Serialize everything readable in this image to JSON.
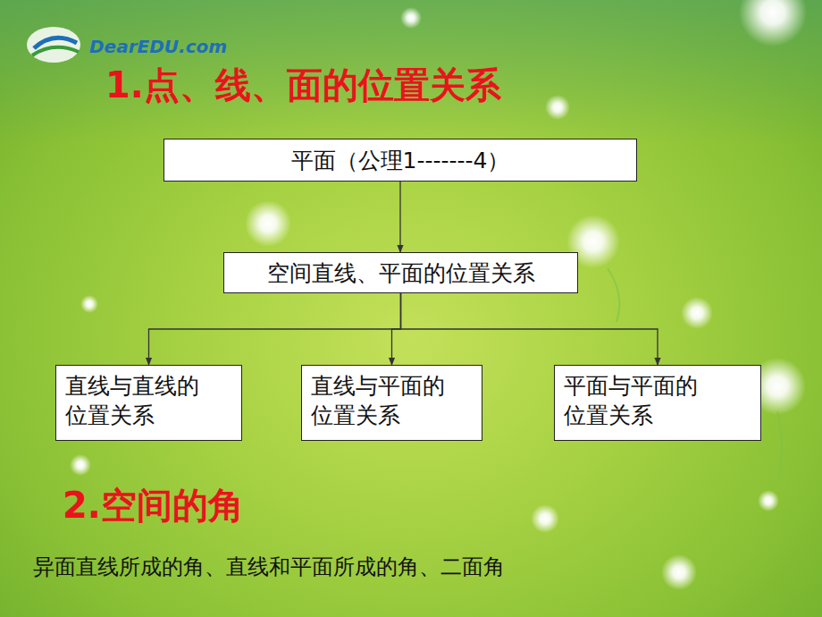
{
  "diagram": {
    "title": "1.点、线、面的位置关系",
    "nodes": [
      {
        "text": [
          "平面（公理1-------4）"
        ]
      },
      {
        "text": [
          "空间直线、平面的位置关系"
        ]
      },
      {
        "text": [
          "直线与直线的 位置关系"
        ]
      },
      {
        "text": [
          "直线与平面的 位置关系"
        ]
      },
      {
        "text": [
          "平面与平面的 位置关系"
        ]
      }
    ],
    "edges": [
      {
        "from": 0,
        "to": 1,
        "arrow": "to"
      },
      {
        "from": 1,
        "to": 2,
        "arrow": "to"
      },
      {
        "from": 1,
        "to": 3,
        "arrow": "to"
      },
      {
        "from": 1,
        "to": 4,
        "arrow": "to"
      }
    ],
    "labels": [
      "DearEDU.com",
      "2.空间的角",
      "异面直线所成的角、直线和平面所成的角、二面角"
    ]
  }
}
